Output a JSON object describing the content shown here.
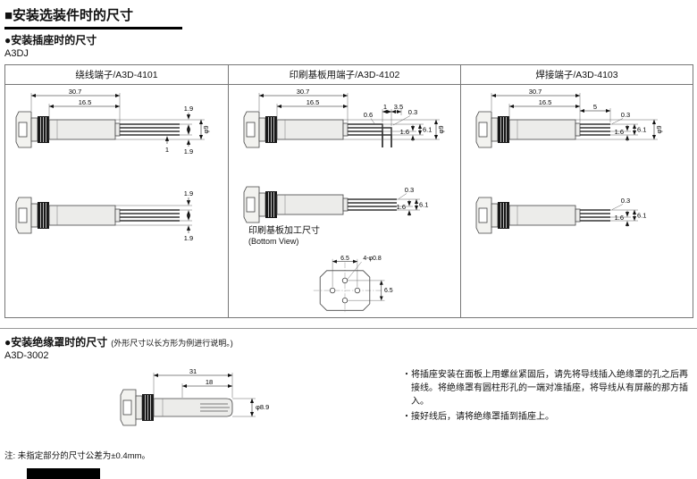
{
  "header": {
    "title": "■安装选装件时的尺寸"
  },
  "socket_section": {
    "heading": "●安装插座时的尺寸",
    "model": "A3DJ",
    "columns": [
      {
        "title": "绕线端子/A3D-4101"
      },
      {
        "title": "印刷基板用端子/A3D-4102"
      },
      {
        "title": "焊接端子/A3D-4103"
      }
    ],
    "bottom_view": {
      "title": "印刷基板加工尺寸",
      "subtitle": "(Bottom View)"
    }
  },
  "dims": {
    "c1a": {
      "overall": "30.7",
      "body": "16.5",
      "top_gap": "1.9",
      "pin_w": "1",
      "dia": "φ9",
      "bottom_gap": "1.9"
    },
    "c1b": {
      "top_gap": "1.9",
      "bottom_gap": "1.9"
    },
    "c2a": {
      "overall": "30.7",
      "body": "16.5",
      "bend_gap": "1",
      "tip_len": "3.5",
      "pin_w": "0.6",
      "tip_w": "0.3",
      "pitch": "1.6",
      "span": "6.1",
      "dia": "φ9"
    },
    "c2b": {
      "tip_w": "0.3",
      "pitch": "1.6",
      "span": "6.1"
    },
    "bottom_view": {
      "pitch_h": "6.5",
      "holes": "4-φ0.8",
      "pitch_v": "6.5"
    },
    "c3a": {
      "overall": "30.7",
      "body": "16.5",
      "tip_len": "5",
      "tip_w": "0.3",
      "pitch": "1.6",
      "span": "6.1",
      "dia": "φ9"
    },
    "c3b": {
      "tip_w": "0.3",
      "pitch": "1.6",
      "span": "6.1"
    },
    "cover": {
      "overall": "31",
      "exposed": "18",
      "dia": "φ8.9"
    }
  },
  "cover_section": {
    "heading": "●安装绝缘罩时的尺寸",
    "heading_note": "(外形尺寸以长方形为例进行说明。)",
    "model": "A3D-3002",
    "notes": [
      "・将插座安装在面板上用螺丝紧固后，请先将导线插入绝缘罩的孔之后再接线。将绝缘罩有圆柱形孔的一端对准插座，将导线从有屏蔽的那方插入。",
      "・接好线后，请将绝缘罩插到插座上。"
    ]
  },
  "footer": {
    "note": "注: 未指定部分的尺寸公差为±0.4mm。"
  }
}
